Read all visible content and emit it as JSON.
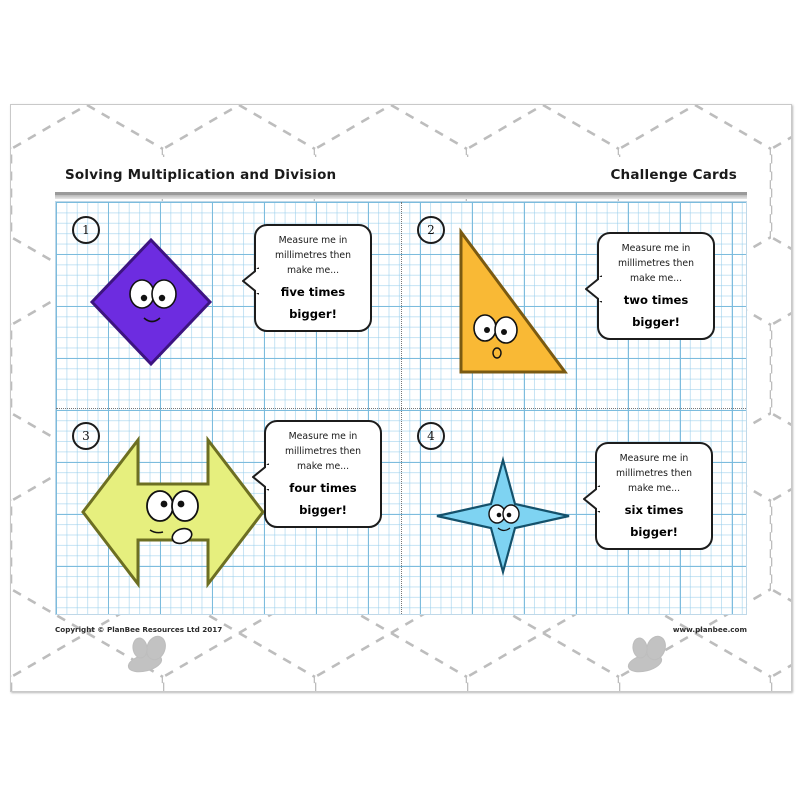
{
  "page": {
    "header": {
      "title": "Solving Multiplication and Division",
      "right_label": "Challenge Cards"
    },
    "footer": {
      "copyright": "Copyright © PlanBee Resources Ltd 2017",
      "website": "www.planbee.com"
    },
    "background": {
      "pattern": "honeycomb-dashed",
      "grid": "graph-paper",
      "grid_color": "#78b9dc",
      "watermark_icon": "bee-icon"
    }
  },
  "cards": [
    {
      "number": "1",
      "shape_name": "diamond-shape",
      "shape_color": "#6d2ce0",
      "shape_stroke": "#3d1480",
      "prompt_line1": "Measure me in",
      "prompt_line2": "millimetres then",
      "prompt_line3": "make me...",
      "answer_line1": "five times",
      "answer_line2": "bigger!"
    },
    {
      "number": "2",
      "shape_name": "right-triangle-shape",
      "shape_color": "#f9b935",
      "shape_stroke": "#7a5a12",
      "prompt_line1": "Measure me in",
      "prompt_line2": "millimetres then",
      "prompt_line3": "make me...",
      "answer_line1": "two times",
      "answer_line2": "bigger!"
    },
    {
      "number": "3",
      "shape_name": "double-arrow-shape",
      "shape_color": "#e6ef7e",
      "shape_stroke": "#6d6f22",
      "prompt_line1": "Measure me in",
      "prompt_line2": "millimetres then",
      "prompt_line3": "make me...",
      "answer_line1": "four times",
      "answer_line2": "bigger!"
    },
    {
      "number": "4",
      "shape_name": "four-point-star-shape",
      "shape_color": "#7ed3f2",
      "shape_stroke": "#14516b",
      "prompt_line1": "Measure me in",
      "prompt_line2": "millimetres then",
      "prompt_line3": "make me...",
      "answer_line1": "six times",
      "answer_line2": "bigger!"
    }
  ]
}
